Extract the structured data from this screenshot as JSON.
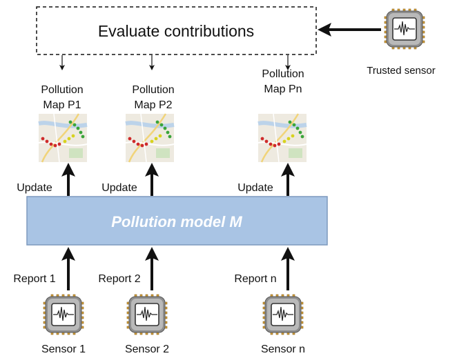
{
  "evaluate_box": {
    "label": "Evaluate contributions"
  },
  "trusted_sensor": {
    "label": "Trusted sensor",
    "icon": "sensor-chip-icon"
  },
  "maps": [
    {
      "label_line1": "Pollution",
      "label_line2": "Map P1",
      "update_label": "Update",
      "icon": "pollution-map-thumbnail"
    },
    {
      "label_line1": "Pollution",
      "label_line2": "Map P2",
      "update_label": "Update",
      "icon": "pollution-map-thumbnail"
    },
    {
      "label_line1": "Pollution",
      "label_line2": "Map Pn",
      "update_label": "Update",
      "icon": "pollution-map-thumbnail"
    }
  ],
  "model": {
    "label": "Pollution model M",
    "fill_color": "#a9c4e4",
    "text_color": "#ffffff"
  },
  "sensors": [
    {
      "label": "Sensor 1",
      "report_label": "Report 1",
      "icon": "sensor-chip-icon"
    },
    {
      "label": "Sensor 2",
      "report_label": "Report 2",
      "icon": "sensor-chip-icon"
    },
    {
      "label": "Sensor n",
      "report_label": "Report n",
      "icon": "sensor-chip-icon"
    }
  ]
}
